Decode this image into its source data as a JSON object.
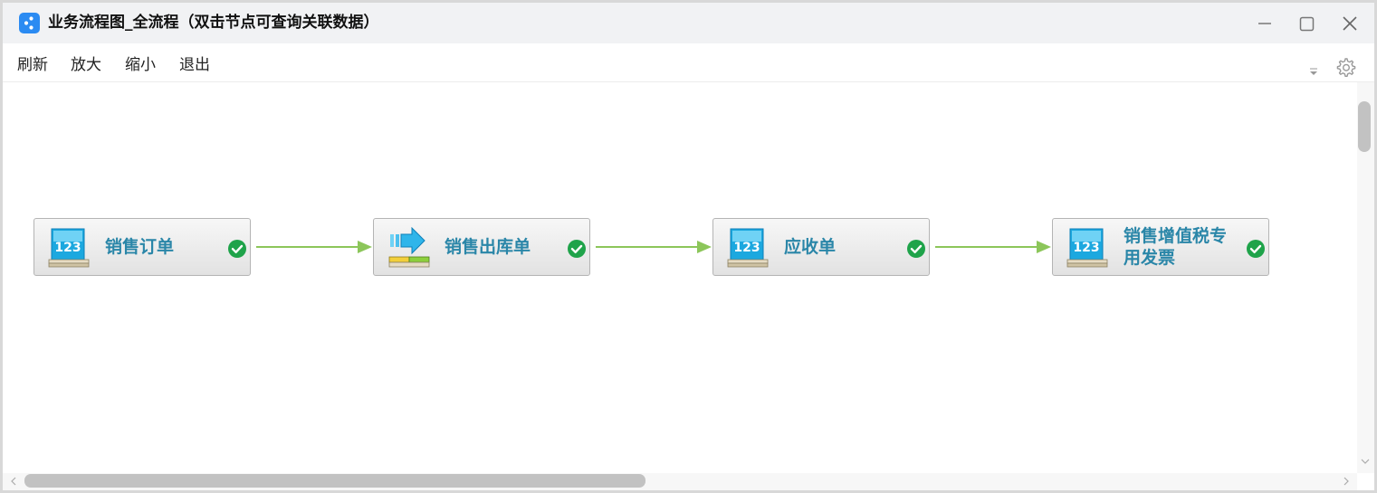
{
  "window": {
    "title": "业务流程图_全流程（双击节点可查询关联数据）",
    "icon": "flow-app-icon",
    "controls": [
      "minimize-icon",
      "maximize-icon",
      "close-icon"
    ]
  },
  "menu": {
    "refresh": "刷新",
    "zoom_in": "放大",
    "zoom_out": "缩小",
    "exit": "退出"
  },
  "flow": {
    "nodes": [
      {
        "label": "销售订单",
        "icon": "document-123-icon",
        "status": "completed"
      },
      {
        "label": "销售出库单",
        "icon": "outbound-arrow-icon",
        "status": "completed"
      },
      {
        "label": "应收单",
        "icon": "document-123-icon",
        "status": "completed"
      },
      {
        "label": "销售增值税专用发票",
        "icon": "document-123-icon",
        "status": "completed"
      }
    ],
    "link_color": "#8cc65a",
    "label_color": "#2a86a8",
    "check_color": "#1fa34a"
  },
  "colors": {
    "accent": "#2b8bf2",
    "titlebar": "#f1f2f4"
  }
}
